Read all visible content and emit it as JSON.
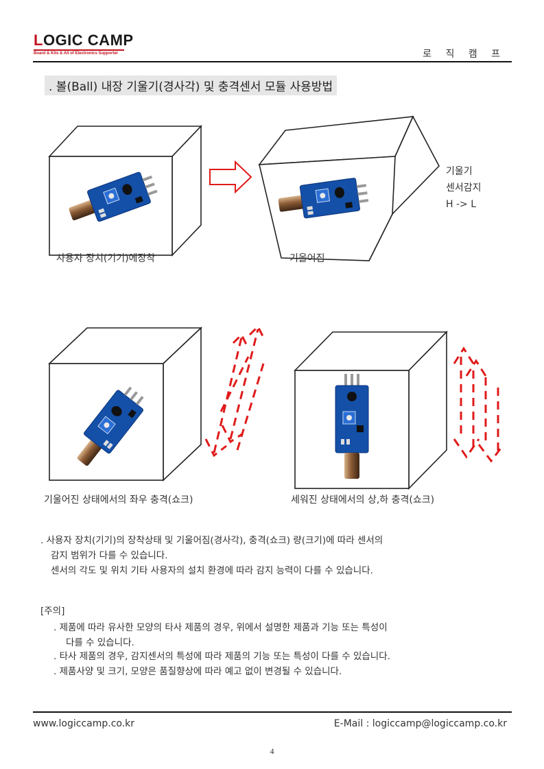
{
  "header": {
    "logo_L": "L",
    "logo_rest": "OGIC CAMP",
    "logo_tagline": "Board & Kits & All of Electronics Supporter",
    "right_title": "로 직 캠 프"
  },
  "section": {
    "title": ". 볼(Ball) 내장 기울기(경사각) 및 충격센서 모듈 사용방법"
  },
  "figures": {
    "cap1": "사용자 장치(기기)에장착",
    "cap2": "기울어짐",
    "side_note": [
      "기울기",
      "센서감지",
      "H -> L"
    ],
    "cap3": "기울어진 상태에서의 좌우 충격(쇼크)",
    "cap4": "세워진 상태에서의 상,하 충격(쇼크)"
  },
  "notes": {
    "line1": ". 사용자 장치(기기)의 장착상태 및 기울어짐(경사각), 충격(쇼크) 량(크기)에 따라 센서의",
    "line2": "감지 범위가 다를 수 있습니다.",
    "line3": "센서의 각도 및 위치 기타 사용자의 설치 환경에 따라 감지 능력이 다를 수 있습니다."
  },
  "caution": {
    "heading": "[주의]",
    "items": [
      ". 제품에 따라 유사한 모양의 타사 제품의 경우, 위에서 설명한 제품과 기능 또는 특성이",
      "다를 수 있습니다.",
      ". 타사 제품의 경우, 감지센서의 특성에 따라 제품의 기능 또는 특성이 다를 수 있습니다.",
      ". 제품사양 및 크기, 모양은 품질향상에 따라 예고 없이 변경될 수 있습니다."
    ]
  },
  "footer": {
    "website": "www.logiccamp.co.kr",
    "email": "E-Mail : logiccamp@logiccamp.co.kr",
    "page": "4"
  },
  "colors": {
    "brand_red": "#c1121f",
    "pcb_blue": "#1450a8",
    "arrow_red": "#e01a1a"
  }
}
